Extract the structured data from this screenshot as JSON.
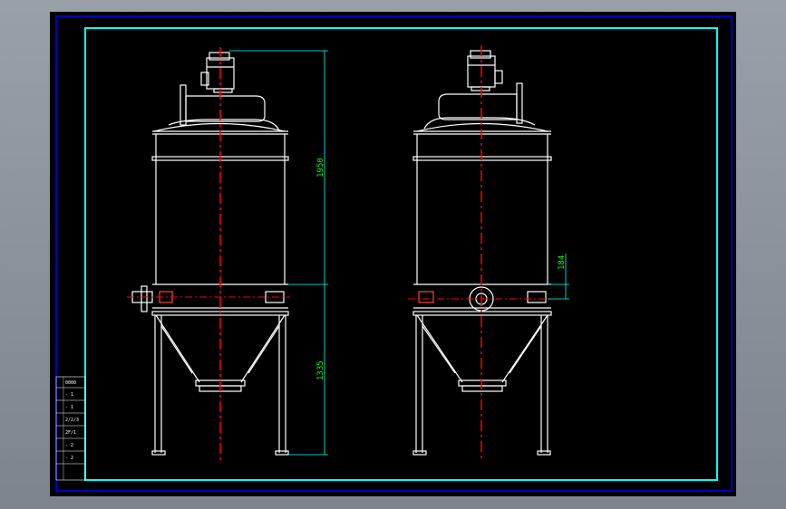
{
  "drawing": {
    "colors": {
      "sheet": "#000000",
      "outer_frame": "#0000ff",
      "inner_frame": "#00ffff",
      "object_lines": "#ffffff",
      "center_lines": "#ff0000",
      "dimension_lines": "#00ffff",
      "dimension_text": "#00ff00",
      "background": "#8a9099"
    },
    "dimensions": {
      "upper_height": "1950",
      "lower_height": "1335",
      "inlet_offset": "184"
    },
    "title_block": {
      "rows": [
        "0000",
        "- 1",
        "- 1",
        "2/2/3",
        "2F/1",
        "- 2",
        "- 2"
      ]
    }
  }
}
